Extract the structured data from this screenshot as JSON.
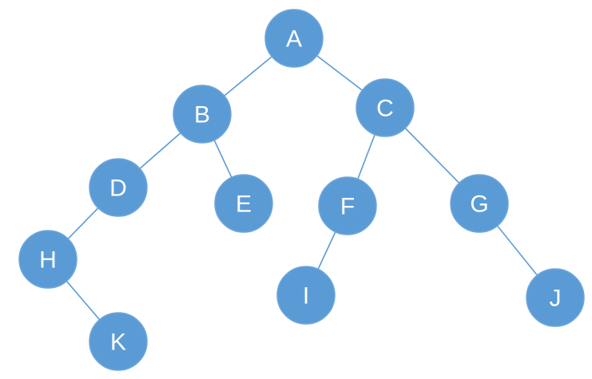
{
  "colors": {
    "node_fill": "#5b9bd5",
    "node_stroke": "#6ea6dc",
    "edge": "#5b9bd5",
    "label": "#ffffff",
    "background": "#ffffff"
  },
  "tree": {
    "nodes": [
      {
        "id": "A",
        "label": "A"
      },
      {
        "id": "B",
        "label": "B"
      },
      {
        "id": "C",
        "label": "C"
      },
      {
        "id": "D",
        "label": "D"
      },
      {
        "id": "E",
        "label": "E"
      },
      {
        "id": "F",
        "label": "F"
      },
      {
        "id": "G",
        "label": "G"
      },
      {
        "id": "H",
        "label": "H"
      },
      {
        "id": "I",
        "label": "I"
      },
      {
        "id": "J",
        "label": "J"
      },
      {
        "id": "K",
        "label": "K"
      }
    ],
    "edges": [
      {
        "from": "A",
        "to": "B"
      },
      {
        "from": "A",
        "to": "C"
      },
      {
        "from": "B",
        "to": "D"
      },
      {
        "from": "B",
        "to": "E"
      },
      {
        "from": "C",
        "to": "F"
      },
      {
        "from": "C",
        "to": "G"
      },
      {
        "from": "D",
        "to": "H"
      },
      {
        "from": "H",
        "to": "K"
      },
      {
        "from": "F",
        "to": "I"
      },
      {
        "from": "G",
        "to": "J"
      }
    ]
  }
}
